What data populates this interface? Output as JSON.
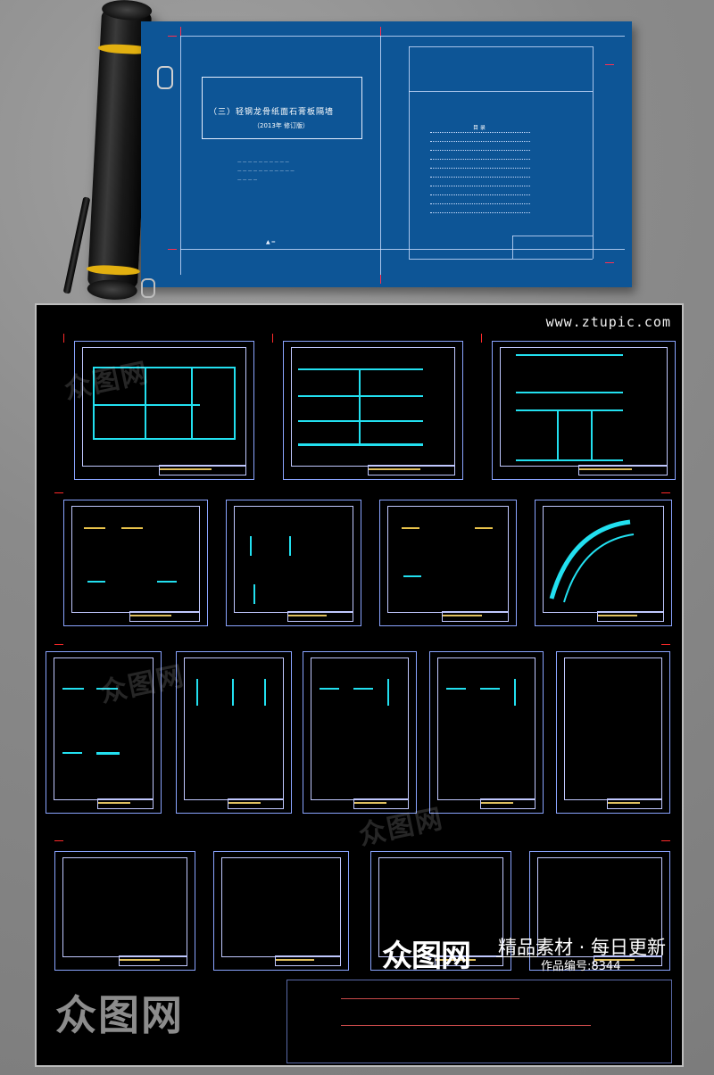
{
  "sheet": {
    "cover_title": "（三）轻钢龙骨纸面石膏板隔墙",
    "cover_subtitle": "（2013年 修订版）",
    "toc_title": "目 录"
  },
  "cad": {
    "site_url": "www.ztupic.com"
  },
  "promo": {
    "logo": "众图网",
    "slogan": "精品素材 · 每日更新",
    "work_id": "作品编号:8344"
  },
  "watermark": {
    "text": "众图网"
  },
  "colors": {
    "sheet_blue": "#0d5596",
    "cad_bg": "#000000",
    "cad_cyan": "#22e0f0",
    "cad_yellow": "#e8c24a",
    "cad_red": "#ff2a2a",
    "roll_band": "#e2b010"
  }
}
